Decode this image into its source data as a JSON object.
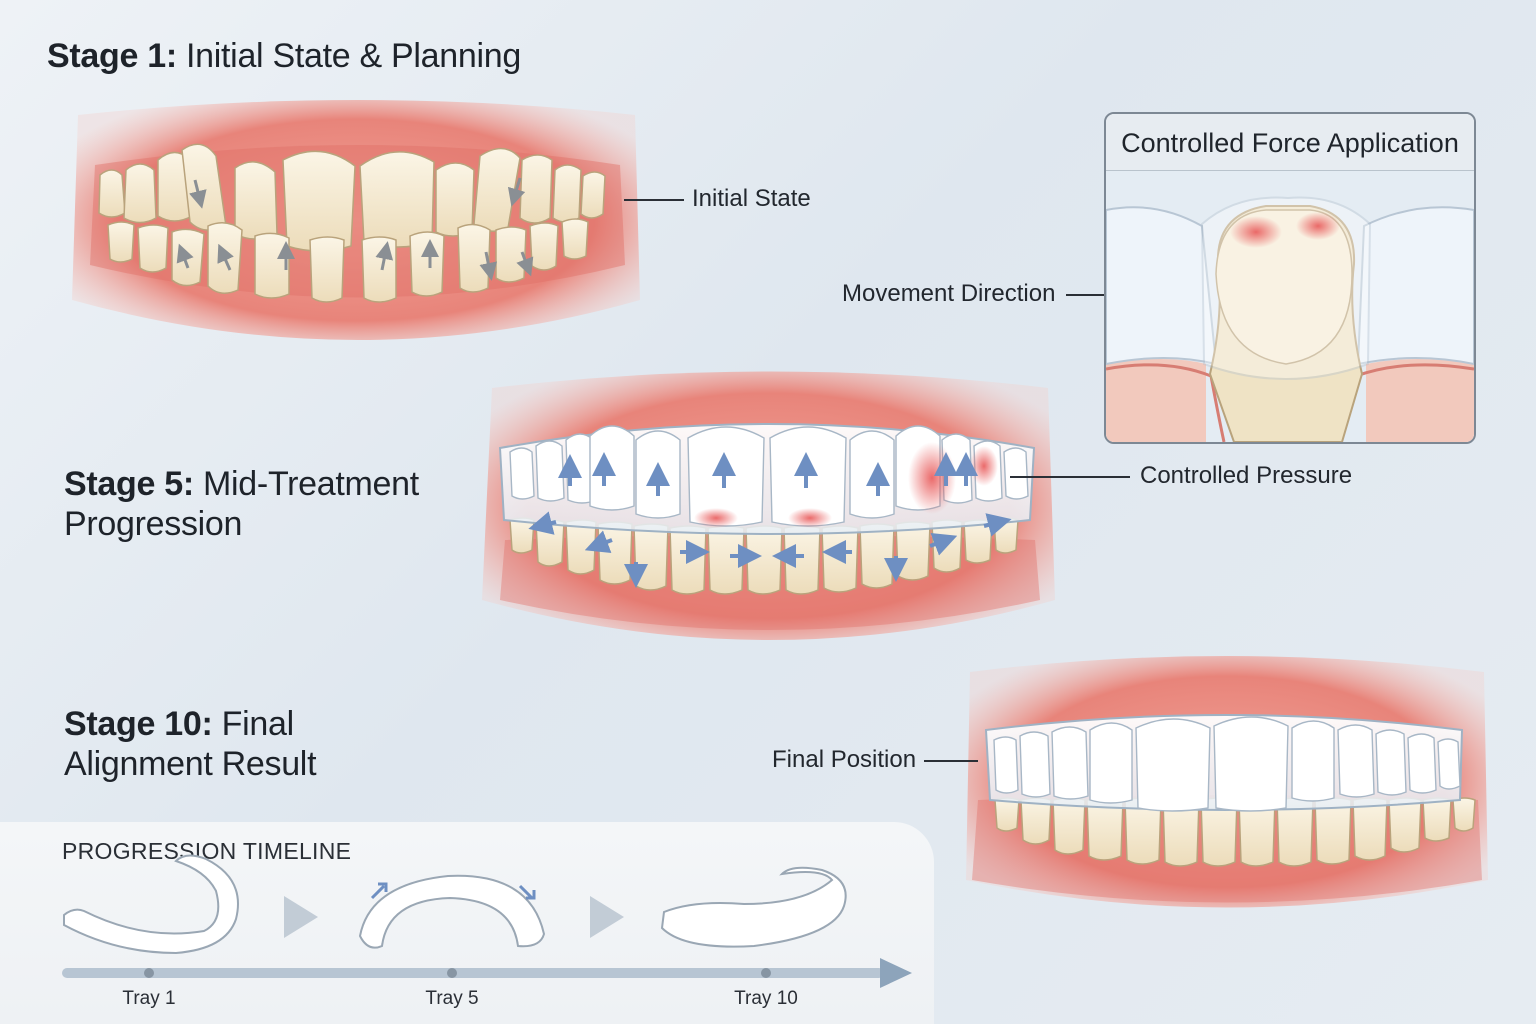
{
  "stages": {
    "stage1": {
      "prefix": "Stage 1:",
      "text": "Initial State & Planning"
    },
    "stage5": {
      "prefix": "Stage 5:",
      "text_line1": "Mid-Treatment",
      "text_line2": "Progression"
    },
    "stage10": {
      "prefix": "Stage 10:",
      "text_line1": "Final",
      "text_line2": "Alignment Result"
    }
  },
  "callouts": {
    "initial_state": "Initial State",
    "movement_direction": "Movement Direction",
    "controlled_pressure": "Controlled Pressure",
    "final_position": "Final Position"
  },
  "inset": {
    "title": "Controlled Force Application"
  },
  "timeline": {
    "heading": "PROGRESSION TIMELINE",
    "trays": [
      "Tray 1",
      "Tray 5",
      "Tray 10"
    ]
  },
  "colors": {
    "gum": "#e8847a",
    "gum_light": "#f3b2a8",
    "tooth": "#f4ead2",
    "aligner": "#ffffff",
    "arrow": "#6e8fc2",
    "pressure": "#e85a5a"
  }
}
